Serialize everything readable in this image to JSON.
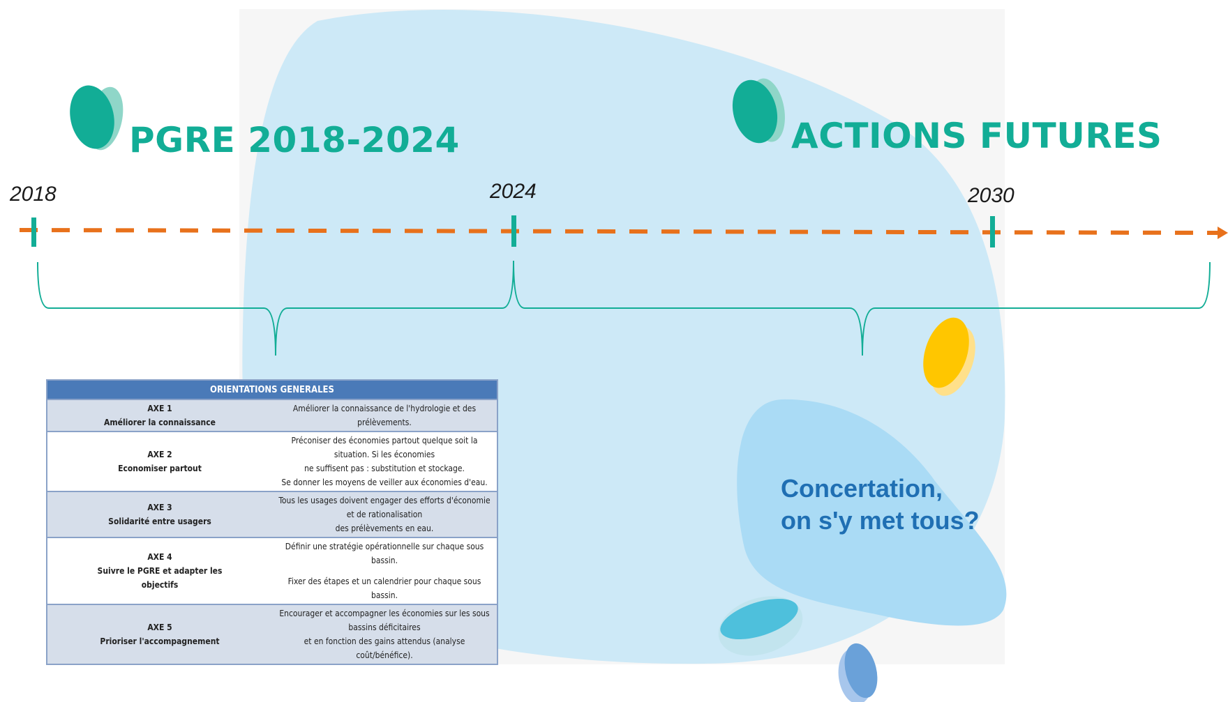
{
  "colors": {
    "teal": "#12ad96",
    "orange": "#e8711b",
    "light_blue_blob": "#cde9f7",
    "bubble_blue": "#aadbf5",
    "yellow": "#ffc600",
    "cyan": "#4ec0dc",
    "mid_blue": "#6aa1d9",
    "table_header": "#4a7ab8"
  },
  "titles": {
    "left": "PGRE 2018-2024",
    "right": "ACTIONS FUTURES"
  },
  "timeline": {
    "years": [
      "2018",
      "2024",
      "2030"
    ]
  },
  "bubble": {
    "line1": "Concertation,",
    "line2": "on s'y met tous?"
  },
  "table": {
    "header": "ORIENTATIONS GENERALES",
    "rows": [
      {
        "axe": [
          "AXE 1",
          "Améliorer la connaissance"
        ],
        "desc": [
          "Améliorer la connaissance de l'hydrologie et des prélèvements."
        ]
      },
      {
        "axe": [
          "AXE 2",
          "Economiser partout"
        ],
        "desc": [
          "Préconiser des économies partout quelque soit la situation. Si les économies",
          "ne suffisent pas : substitution et stockage.",
          "Se donner les moyens de veiller aux économies d'eau."
        ]
      },
      {
        "axe": [
          "AXE 3",
          "Solidarité entre usagers"
        ],
        "desc": [
          "Tous les usages doivent engager des efforts d'économie et de rationalisation",
          "des prélèvements en eau."
        ]
      },
      {
        "axe": [
          "AXE 4",
          "Suivre le PGRE et adapter les",
          "objectifs"
        ],
        "desc": [
          "Définir une stratégie opérationnelle sur chaque sous bassin.",
          "Fixer des étapes et un calendrier pour chaque sous bassin."
        ]
      },
      {
        "axe": [
          "AXE 5",
          "Prioriser l'accompagnement"
        ],
        "desc": [
          "Encourager et accompagner les économies sur les sous bassins déficitaires",
          "et en fonction des gains attendus (analyse coût/bénéfice)."
        ]
      }
    ]
  }
}
